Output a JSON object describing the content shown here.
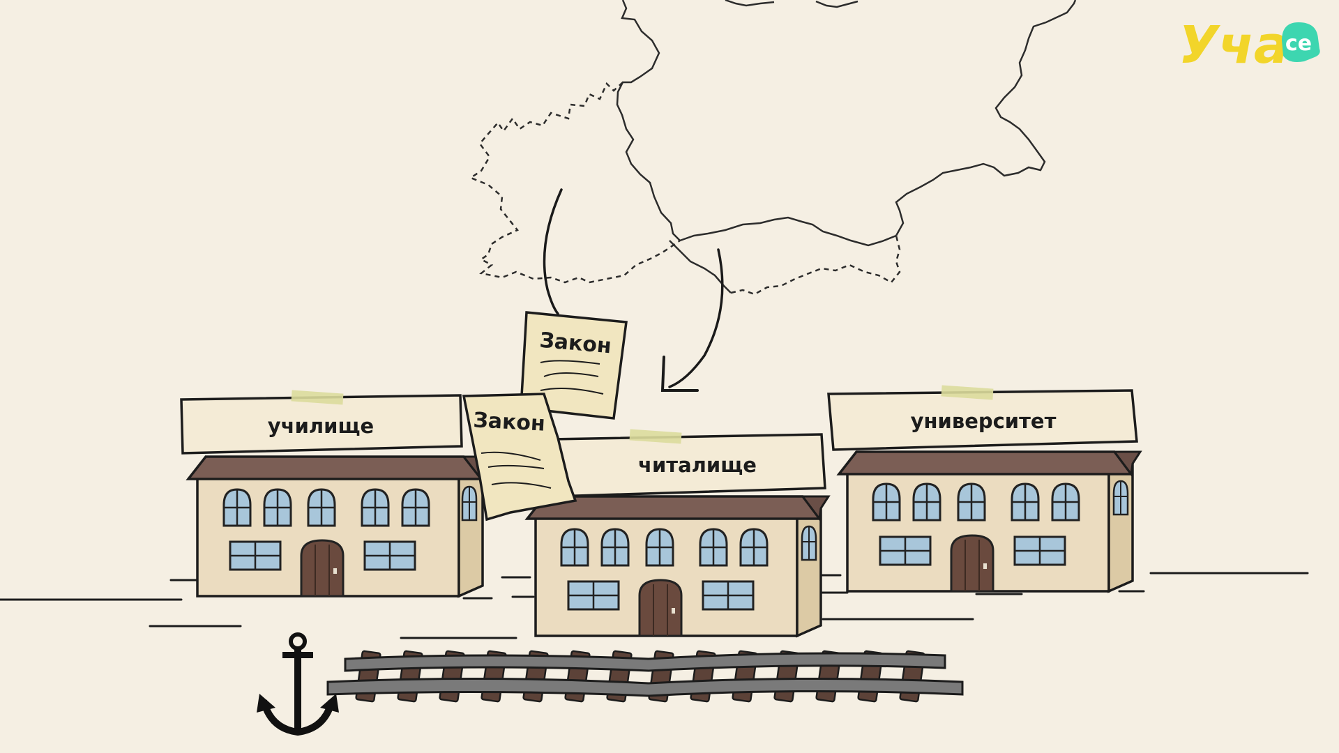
{
  "logo": {
    "text": "Уча",
    "badge": "се",
    "colors": {
      "text": "#f2d52a",
      "badge": "#3dd6b0"
    }
  },
  "buildings": [
    {
      "sign": "училище"
    },
    {
      "sign": "читалище"
    },
    {
      "sign": "университет"
    }
  ],
  "documents": [
    {
      "title": "Закон"
    },
    {
      "title": "Закон"
    }
  ],
  "icons": [
    "anchor-icon",
    "railway-track",
    "country-map-outline"
  ],
  "colors": {
    "background": "#f5efe3",
    "wall": "#ebdcc0",
    "roof": "#7b5e55",
    "window": "#a8c6da",
    "door": "#6a4a3e",
    "paper": "#f1e6c0",
    "tape": "#dcdc9c"
  }
}
